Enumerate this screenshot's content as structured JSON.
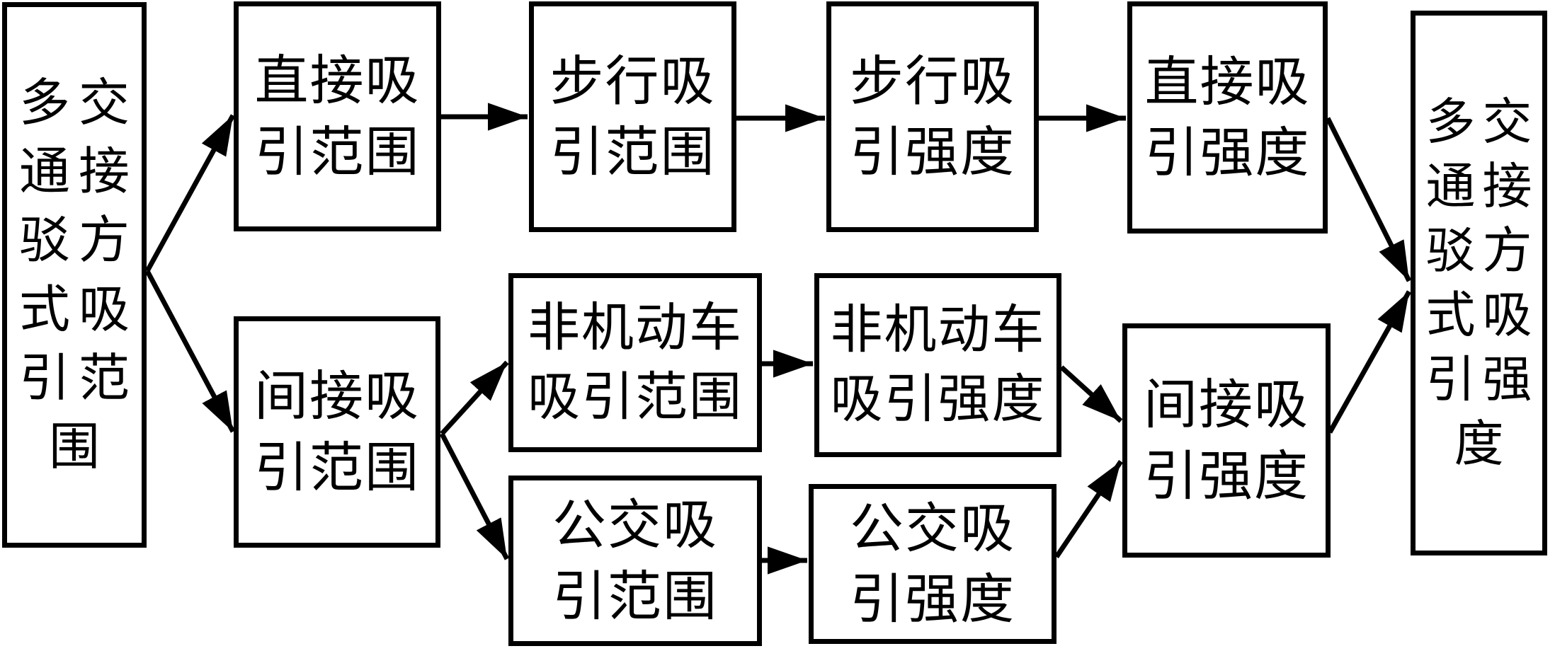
{
  "colors": {
    "background": "#ffffff",
    "line": "#000000",
    "box_border": "#000000",
    "box_fill": "#ffffff",
    "text": "#000000"
  },
  "diagram": {
    "type": "flowchart",
    "nodes": [
      {
        "id": "multi-mode-attraction-range",
        "label": "多交\n通接\n驳方\n式吸\n引范\n围",
        "text": "多交通接驳方式吸引范围"
      },
      {
        "id": "direct-attraction-range",
        "label": "直接吸\n引范围",
        "text": "直接吸引范围"
      },
      {
        "id": "walk-attraction-range",
        "label": "步行吸\n引范围",
        "text": "步行吸引范围"
      },
      {
        "id": "walk-attraction-strength",
        "label": "步行吸\n引强度",
        "text": "步行吸引强度"
      },
      {
        "id": "direct-attraction-strength",
        "label": "直接吸\n引强度",
        "text": "直接吸引强度"
      },
      {
        "id": "multi-mode-attraction-strength",
        "label": "多交\n通接\n驳方\n式吸\n引强\n度",
        "text": "多交通接驳方式吸引强度"
      },
      {
        "id": "indirect-attraction-range",
        "label": "间接吸\n引范围",
        "text": "间接吸引范围"
      },
      {
        "id": "non-motorized-attraction-range",
        "label": "非机动车\n吸引范围",
        "text": "非机动车吸引范围"
      },
      {
        "id": "non-motorized-attraction-strength",
        "label": "非机动车\n吸引强度",
        "text": "非机动车吸引强度"
      },
      {
        "id": "bus-attraction-range",
        "label": "公交吸\n引范围",
        "text": "公交吸引范围"
      },
      {
        "id": "bus-attraction-strength",
        "label": "公交吸\n引强度",
        "text": "公交吸引强度"
      },
      {
        "id": "indirect-attraction-strength",
        "label": "间接吸\n引强度",
        "text": "间接吸引强度"
      }
    ],
    "edges": [
      {
        "from": "multi-mode-attraction-range",
        "to": "direct-attraction-range"
      },
      {
        "from": "multi-mode-attraction-range",
        "to": "indirect-attraction-range"
      },
      {
        "from": "direct-attraction-range",
        "to": "walk-attraction-range"
      },
      {
        "from": "walk-attraction-range",
        "to": "walk-attraction-strength"
      },
      {
        "from": "walk-attraction-strength",
        "to": "direct-attraction-strength"
      },
      {
        "from": "direct-attraction-strength",
        "to": "multi-mode-attraction-strength"
      },
      {
        "from": "indirect-attraction-range",
        "to": "non-motorized-attraction-range"
      },
      {
        "from": "indirect-attraction-range",
        "to": "bus-attraction-range"
      },
      {
        "from": "non-motorized-attraction-range",
        "to": "non-motorized-attraction-strength"
      },
      {
        "from": "bus-attraction-range",
        "to": "bus-attraction-strength"
      },
      {
        "from": "non-motorized-attraction-strength",
        "to": "indirect-attraction-strength"
      },
      {
        "from": "bus-attraction-strength",
        "to": "indirect-attraction-strength"
      },
      {
        "from": "indirect-attraction-strength",
        "to": "multi-mode-attraction-strength"
      }
    ]
  }
}
